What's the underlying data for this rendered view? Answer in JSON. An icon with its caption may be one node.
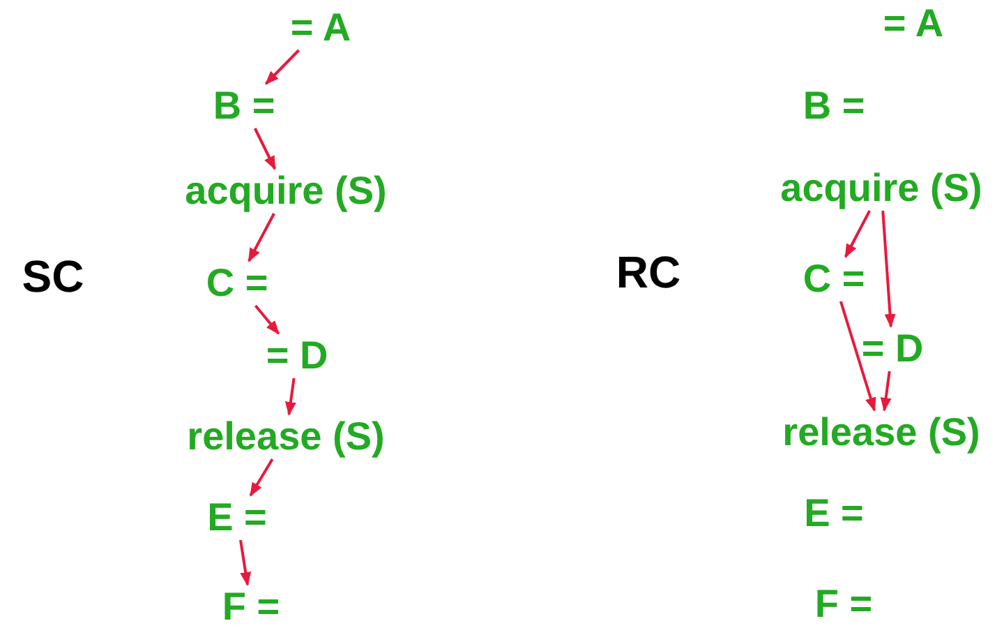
{
  "diagram": {
    "nodes": [
      {
        "text": [
          "= A"
        ]
      },
      {
        "text": [
          "B ="
        ]
      },
      {
        "text": [
          "acquire (S)"
        ]
      },
      {
        "text": [
          "C ="
        ]
      },
      {
        "text": [
          "= D"
        ]
      },
      {
        "text": [
          "release (S)"
        ]
      },
      {
        "text": [
          "E ="
        ]
      },
      {
        "text": [
          "F ="
        ]
      },
      {
        "text": [
          "= A"
        ]
      },
      {
        "text": [
          "B ="
        ]
      },
      {
        "text": [
          "acquire (S)"
        ]
      },
      {
        "text": [
          "C ="
        ]
      },
      {
        "text": [
          "= D"
        ]
      },
      {
        "text": [
          "release (S)"
        ]
      },
      {
        "text": [
          "E ="
        ]
      },
      {
        "text": [
          "F ="
        ]
      }
    ],
    "edges": [
      {
        "from": 0,
        "to": 1,
        "arrow": "to"
      },
      {
        "from": 1,
        "to": 2,
        "arrow": "to"
      },
      {
        "from": 2,
        "to": 3,
        "arrow": "to"
      },
      {
        "from": 3,
        "to": 4,
        "arrow": "to"
      },
      {
        "from": 4,
        "to": 5,
        "arrow": "to"
      },
      {
        "from": 5,
        "to": 6,
        "arrow": "to"
      },
      {
        "from": 6,
        "to": 7,
        "arrow": "to"
      },
      {
        "from": 10,
        "to": 11,
        "arrow": "to"
      },
      {
        "from": 10,
        "to": 12,
        "arrow": "to"
      },
      {
        "from": 11,
        "to": 13,
        "arrow": "to"
      },
      {
        "from": 12,
        "to": 13,
        "arrow": "to"
      }
    ],
    "labels": [
      "SC",
      "RC"
    ]
  }
}
